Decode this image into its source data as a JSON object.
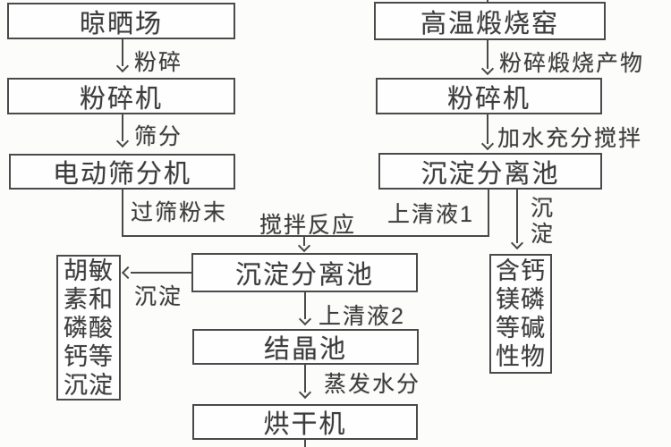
{
  "diagram": {
    "colors": {
      "line": "#4a4a4a",
      "text": "#3d3d3d",
      "box_bg": "#fefefe",
      "background": "#fcfcfb"
    },
    "boxes": {
      "drying_yard": "晾晒场",
      "crusher_left": "粉碎机",
      "electric_sieving_machine": "电动筛分机",
      "high_temp_calcining_kiln": "高温煅烧窑",
      "crusher_right": "粉碎机",
      "settling_separation_pond_right": "沉淀分离池",
      "settling_separation_pond_middle": "沉淀分离池",
      "crystallization_pond": "结晶池",
      "drying_machine": "烘干机",
      "humin_precipitate_lines": [
        "胡敏",
        "素和",
        "磷酸",
        "钙等",
        "沉淀"
      ],
      "alkaline_product_lines": [
        "含钙",
        "镁磷",
        "等碱",
        "性物"
      ]
    },
    "edge_labels": {
      "crush": "粉碎",
      "sieve": "筛分",
      "sieved_powder": "过筛粉末",
      "stirring_reaction": "搅拌反应",
      "crushed_calcined_product": "粉碎煅烧产物",
      "add_water_fully_stir": "加水充分搅拌",
      "supernatant_1": "上清液1",
      "precipitate_vertical_lines": [
        "沉",
        "淀"
      ],
      "precipitate_left": "沉淀",
      "supernatant_2": "上清液2",
      "evaporate_water": "蒸发水分"
    }
  }
}
